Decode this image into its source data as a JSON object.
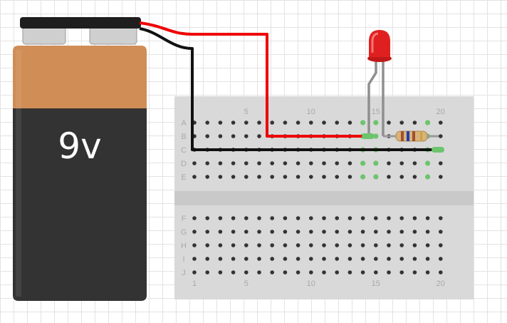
{
  "battery": {
    "label": "9v",
    "colors": {
      "top": "#d08d55",
      "body": "#333333",
      "cap": "#1e1e1e",
      "terminal": "#cfcfcf"
    }
  },
  "breadboard": {
    "columns": 20,
    "rows_top": [
      "A",
      "B",
      "C",
      "D",
      "E"
    ],
    "rows_bottom": [
      "F",
      "G",
      "H",
      "I",
      "J"
    ],
    "top_column_numbers": [
      "5",
      "10",
      "15",
      "20"
    ],
    "bottom_column_numbers": [
      "1",
      "5",
      "10",
      "15",
      "20"
    ],
    "active_columns": [
      14,
      15,
      19
    ],
    "colors": {
      "board": "#d9d9d9",
      "hole": "#333333",
      "active_hole": "#6cc46c"
    }
  },
  "components": {
    "led": {
      "color": "#e02020",
      "legs_column": [
        14,
        15
      ]
    },
    "resistor": {
      "from_column": 15,
      "to_column": 19,
      "row": "B"
    }
  },
  "wires": {
    "positive": {
      "color": "#ee0000",
      "to": "B14"
    },
    "negative": {
      "color": "#111111",
      "to": "C19"
    }
  }
}
